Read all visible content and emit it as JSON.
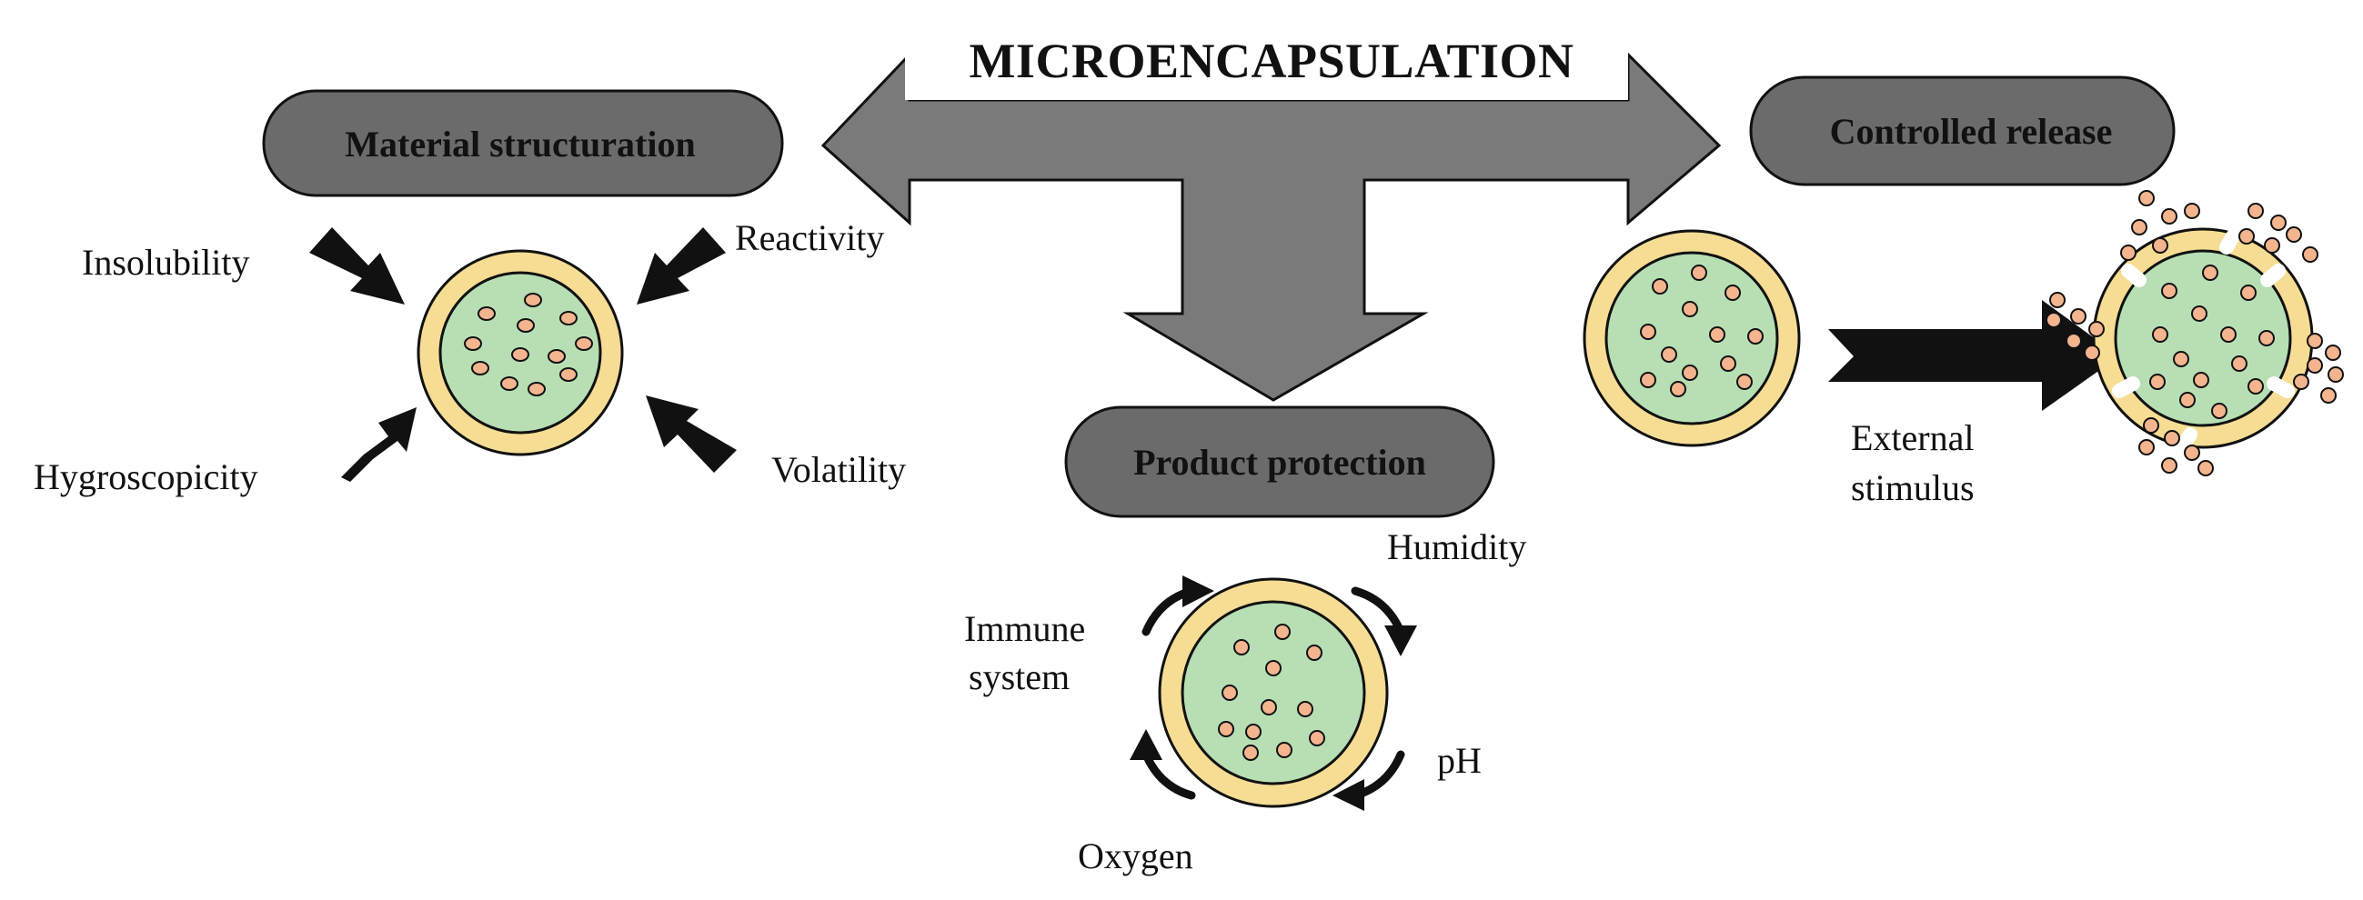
{
  "title": "MICROENCAPSULATION",
  "categories": {
    "material": "Material structuration",
    "protection": "Product protection",
    "release": "Controlled release"
  },
  "factors": {
    "insolubility": "Insolubility",
    "reactivity": "Reactivity",
    "hygroscopicity": "Hygroscopicity",
    "volatility": "Volatility",
    "immune_line1": "Immune",
    "immune_line2": "system",
    "humidity": "Humidity",
    "ph": "pH",
    "oxygen": "Oxygen",
    "stimulus_line1": "External",
    "stimulus_line2": "stimulus"
  },
  "colors": {
    "pill": "#6b6b6b",
    "big_arrow": "#7a7a7a",
    "shell": "#f6dd93",
    "core": "#b7dfb3",
    "droplet": "#f3b48e",
    "outline": "#111111"
  }
}
